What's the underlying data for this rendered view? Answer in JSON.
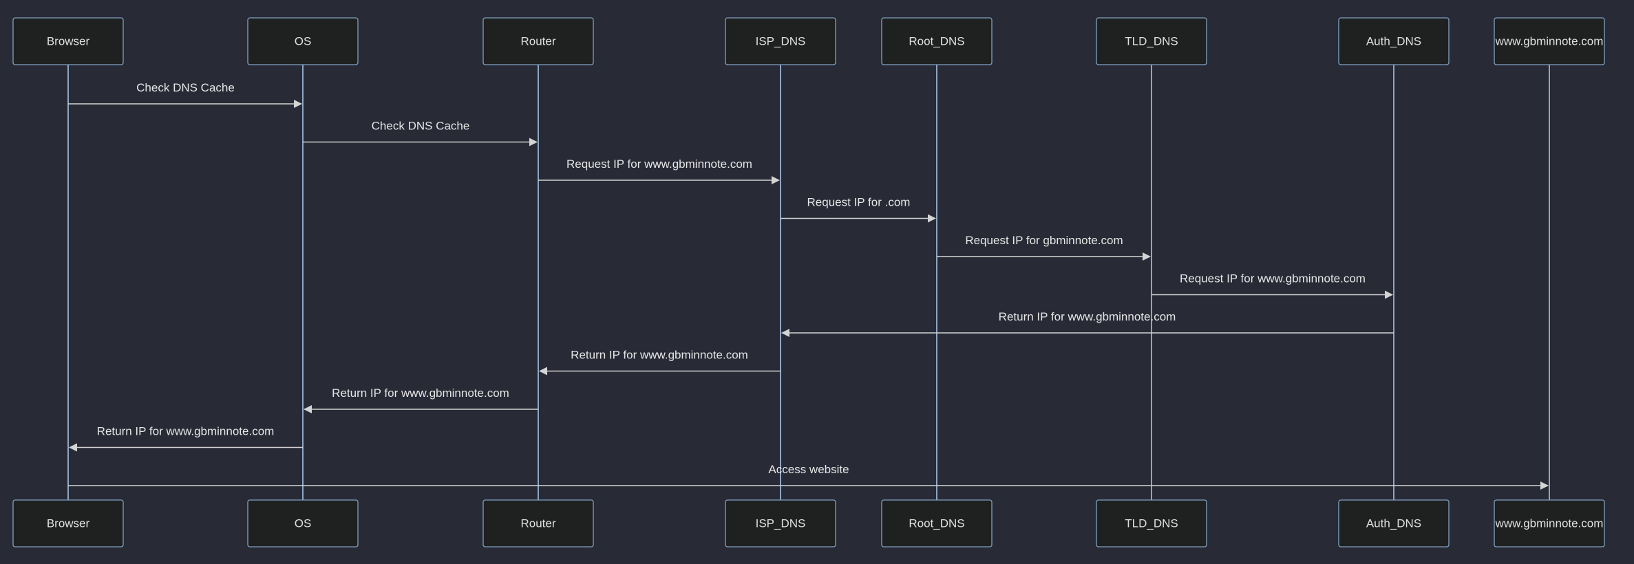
{
  "participants": [
    {
      "id": "browser",
      "label": "Browser"
    },
    {
      "id": "os",
      "label": "OS"
    },
    {
      "id": "router",
      "label": "Router"
    },
    {
      "id": "isp_dns",
      "label": "ISP_DNS"
    },
    {
      "id": "root_dns",
      "label": "Root_DNS"
    },
    {
      "id": "tld_dns",
      "label": "TLD_DNS"
    },
    {
      "id": "auth_dns",
      "label": "Auth_DNS"
    },
    {
      "id": "website",
      "label": "www.gbminnote.com"
    }
  ],
  "messages": [
    {
      "from": "browser",
      "to": "os",
      "text": "Check DNS Cache"
    },
    {
      "from": "os",
      "to": "router",
      "text": "Check DNS Cache"
    },
    {
      "from": "router",
      "to": "isp_dns",
      "text": "Request IP for www.gbminnote.com"
    },
    {
      "from": "isp_dns",
      "to": "root_dns",
      "text": "Request IP for .com"
    },
    {
      "from": "root_dns",
      "to": "tld_dns",
      "text": "Request IP for gbminnote.com"
    },
    {
      "from": "tld_dns",
      "to": "auth_dns",
      "text": "Request IP for www.gbminnote.com"
    },
    {
      "from": "auth_dns",
      "to": "isp_dns",
      "text": "Return IP for www.gbminnote.com"
    },
    {
      "from": "isp_dns",
      "to": "router",
      "text": "Return IP for www.gbminnote.com"
    },
    {
      "from": "router",
      "to": "os",
      "text": "Return IP for www.gbminnote.com"
    },
    {
      "from": "os",
      "to": "browser",
      "text": "Return IP for www.gbminnote.com"
    },
    {
      "from": "browser",
      "to": "website",
      "text": "Access website"
    }
  ],
  "colors": {
    "background": "#282a36",
    "actor_fill": "#1f2020",
    "actor_border": "#81a1c1",
    "lifeline": "#a9c5e8",
    "message_line": "#d4d4d4",
    "text": "#e0e0e0"
  }
}
